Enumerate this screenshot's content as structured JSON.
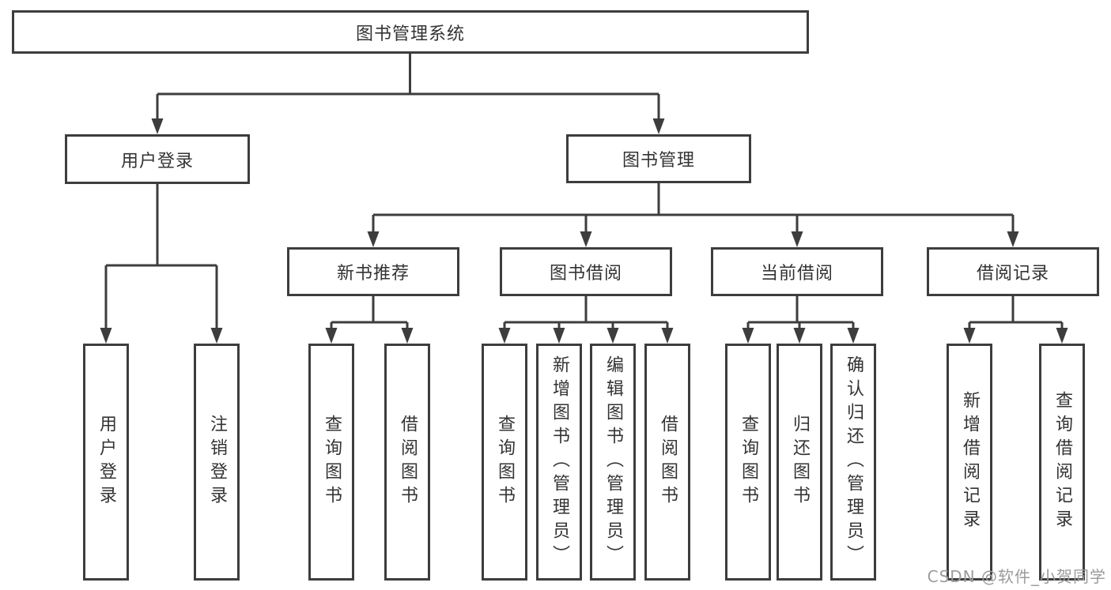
{
  "colors": {
    "line": "#3d3d3d",
    "text": "#333333",
    "watermark": "#9b9b9b",
    "background": "#ffffff"
  },
  "tree": {
    "root": {
      "label": "图书管理系统",
      "children": [
        {
          "label": "用户登录",
          "children": [
            {
              "label": "用户登录"
            },
            {
              "label": "注销登录"
            }
          ]
        },
        {
          "label": "图书管理",
          "children": [
            {
              "label": "新书推荐",
              "children": [
                {
                  "label": "查询图书"
                },
                {
                  "label": "借阅图书"
                }
              ]
            },
            {
              "label": "图书借阅",
              "children": [
                {
                  "label": "查询图书"
                },
                {
                  "label": "新增图书（管理员）"
                },
                {
                  "label": "编辑图书（管理员）"
                },
                {
                  "label": "借阅图书"
                }
              ]
            },
            {
              "label": "当前借阅",
              "children": [
                {
                  "label": "查询图书"
                },
                {
                  "label": "归还图书"
                },
                {
                  "label": "确认归还（管理员）"
                }
              ]
            },
            {
              "label": "借阅记录",
              "children": [
                {
                  "label": "新增借阅记录"
                },
                {
                  "label": "查询借阅记录"
                }
              ]
            }
          ]
        }
      ]
    }
  },
  "watermark": {
    "text": "CSDN @软件_小贺同学"
  }
}
